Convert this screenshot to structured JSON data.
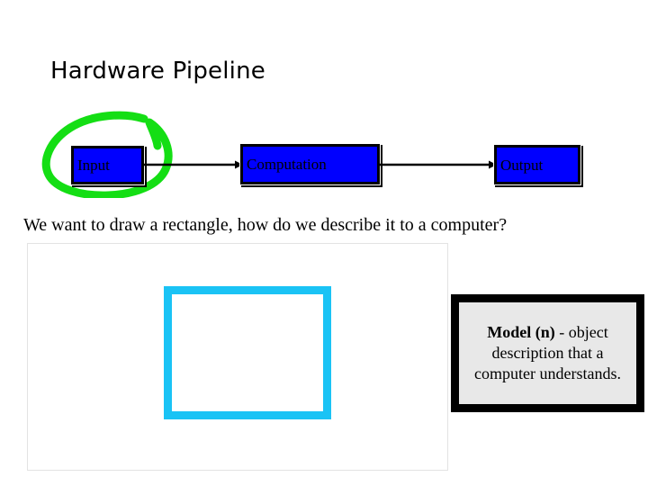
{
  "slide": {
    "title": "Hardware Pipeline",
    "background_color": "#FFFFFF"
  },
  "pipeline": {
    "stages": [
      {
        "label": "Input",
        "fill_color": "#0000FF",
        "border_color": "#000000"
      },
      {
        "label": "Computation",
        "fill_color": "#0000FF",
        "border_color": "#000000"
      },
      {
        "label": "Output",
        "fill_color": "#0000FF",
        "border_color": "#000000"
      }
    ],
    "connector_icon": "arrow-right-icon",
    "connector_color": "#000000"
  },
  "annotation": {
    "name": "green-ink-circle",
    "color": "#14DE14",
    "targets": "Input"
  },
  "body": {
    "question": "We want to draw a rectangle, how do we describe it to a computer?"
  },
  "canvas": {
    "panel_border_color": "#E3E3E3",
    "panel_fill_color": "#FFFFFF",
    "shape": {
      "name": "rectangle",
      "stroke_color": "#1AC3F5",
      "stroke_width": "9",
      "fill": "none"
    }
  },
  "definition": {
    "term": "Model (n)",
    "body": " - object description that a computer understands.",
    "full_text": "Model (n) - object description that a computer understands.",
    "border_color": "#000000",
    "fill_color": "#E8E8E8"
  }
}
